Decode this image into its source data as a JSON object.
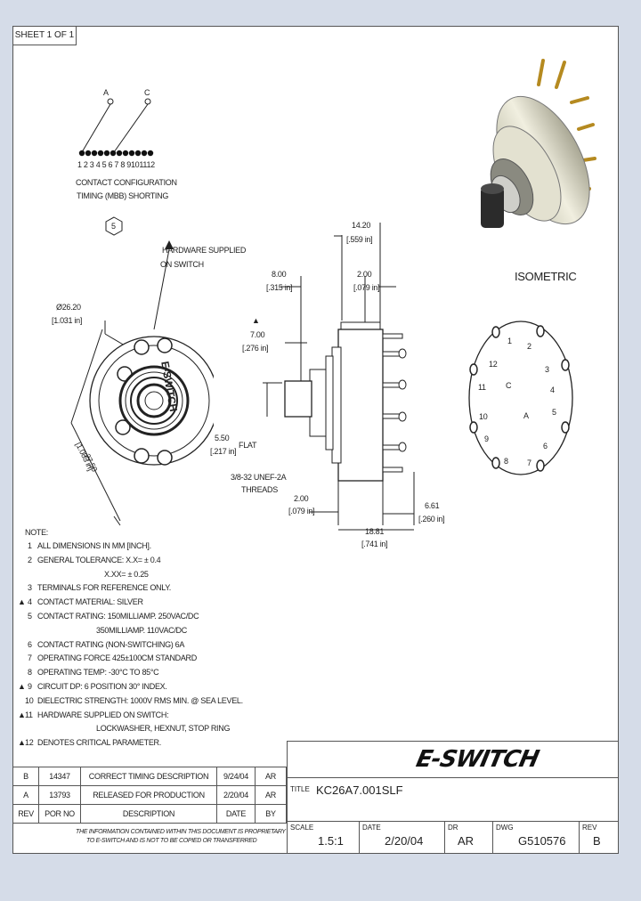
{
  "sheet_label": "SHEET 1 OF 1",
  "contact_config": {
    "pin_a": "A",
    "pin_c": "C",
    "numbers": "1 2 3 4 5 6 7 8 9101112",
    "title_line1": "CONTACT CONFIGURATION",
    "title_line2": "TIMING (MBB) SHORTING",
    "hex_mark": "5"
  },
  "front_view": {
    "hardware_note_line1": "HARDWARE SUPPLIED",
    "hardware_note_line2": "ON SWITCH",
    "dia_mm": "Ø26.20",
    "dia_in": "[1.031 in]",
    "width_mm": "27.50",
    "width_in": "[1.083 in]",
    "brand_text": "E-SWITCH"
  },
  "side_view": {
    "overall_mm": "14.20",
    "overall_in": "[.559 in]",
    "shaft_len_mm": "8.00",
    "shaft_len_in": "[.315 in]",
    "term_mm": "2.00",
    "term_in": "[.079 in]",
    "flat_depth_mm": "7.00",
    "flat_depth_in": "[.276 in]",
    "flat_mm": "5.50",
    "flat_in": "[.217 in]",
    "flat_label": "FLAT",
    "thread_line1": "3/8-32 UNEF-2A",
    "thread_line2": "THREADS",
    "bush_mm": "2.00",
    "bush_in": "[.079 in]",
    "body_mm": "18.81",
    "body_in": "[.741 in]",
    "pin_mm": "6.61",
    "pin_in": "[.260 in]"
  },
  "isometric_label": "ISOMETRIC",
  "rear_terminal_labels": [
    "1",
    "2",
    "3",
    "4",
    "5",
    "6",
    "7",
    "8",
    "9",
    "10",
    "11",
    "12",
    "A",
    "C"
  ],
  "notes": {
    "header": "NOTE:",
    "items": [
      {
        "num": "1",
        "flag": false,
        "text": "ALL DIMENSIONS IN MM [INCH]."
      },
      {
        "num": "2",
        "flag": false,
        "text": "GENERAL TOLERANCE: X.X= ± 0.4"
      },
      {
        "num": "",
        "flag": false,
        "text": "X.XX= ± 0.25"
      },
      {
        "num": "3",
        "flag": false,
        "text": "TERMINALS FOR REFERENCE ONLY."
      },
      {
        "num": "4",
        "flag": true,
        "text": "CONTACT MATERIAL: SILVER"
      },
      {
        "num": "5",
        "flag": false,
        "text": "CONTACT RATING: 150MILLIAMP. 250VAC/DC"
      },
      {
        "num": "",
        "flag": false,
        "text": "350MILLIAMP. 110VAC/DC"
      },
      {
        "num": "6",
        "flag": false,
        "text": "CONTACT RATING (NON-SWITCHING) 6A"
      },
      {
        "num": "7",
        "flag": false,
        "text": "OPERATING FORCE 425±100CM STANDARD"
      },
      {
        "num": "8",
        "flag": false,
        "text": "OPERATING TEMP: -30°C TO 85°C"
      },
      {
        "num": "9",
        "flag": true,
        "text": "CIRCUIT DP: 6 POSITION 30° INDEX."
      },
      {
        "num": "10",
        "flag": false,
        "text": "DIELECTRIC STRENGTH: 1000V RMS MIN. @ SEA LEVEL."
      },
      {
        "num": "11",
        "flag": true,
        "text": "HARDWARE SUPPLIED ON SWITCH:"
      },
      {
        "num": "",
        "flag": false,
        "text": "LOCKWASHER, HEXNUT, STOP RING"
      },
      {
        "num": "12",
        "flag": true,
        "text": "DENOTES CRITICAL PARAMETER."
      }
    ]
  },
  "revisions": {
    "rows": [
      {
        "rev": "B",
        "por": "14347",
        "desc": "CORRECT TIMING DESCRIPTION",
        "date": "9/24/04",
        "by": "AR"
      },
      {
        "rev": "A",
        "por": "13793",
        "desc": "RELEASED FOR PRODUCTION",
        "date": "2/20/04",
        "by": "AR"
      }
    ],
    "header": {
      "rev": "REV",
      "por": "POR NO",
      "desc": "DESCRIPTION",
      "date": "DATE",
      "by": "BY"
    }
  },
  "proprietary_line1": "THE INFORMATION CONTAINED WITHIN THIS DOCUMENT IS PROPRIETARY",
  "proprietary_line2": "TO E-SWITCH AND IS NOT TO BE COPIED OR TRANSFERRED",
  "title_block": {
    "logo": "E-SWITCH",
    "title_label": "TITLE",
    "title_value": "KC26A7.001SLF",
    "scale_label": "SCALE",
    "scale_value": "1.5:1",
    "date_label": "DATE",
    "date_value": "2/20/04",
    "dr_label": "DR",
    "dr_value": "AR",
    "dwg_label": "DWG",
    "dwg_value": "G510576",
    "rev_label": "REV",
    "rev_value": "B"
  }
}
